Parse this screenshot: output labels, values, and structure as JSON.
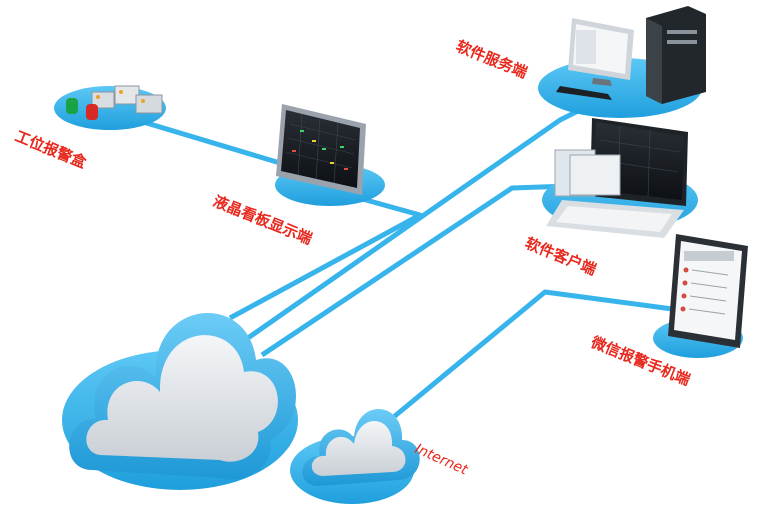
{
  "nodes": {
    "alarm_box": {
      "label": "工位报警盒"
    },
    "lcd_board": {
      "label": "液晶看板显示端"
    },
    "server": {
      "label": "软件服务端"
    },
    "client": {
      "label": "软件客户端"
    },
    "wechat": {
      "label": "微信报警手机端"
    },
    "internet": {
      "label": "Internet"
    }
  },
  "colors": {
    "line": "#37b4ec",
    "platform": "#3fb8ee",
    "label": "#e8281d"
  }
}
